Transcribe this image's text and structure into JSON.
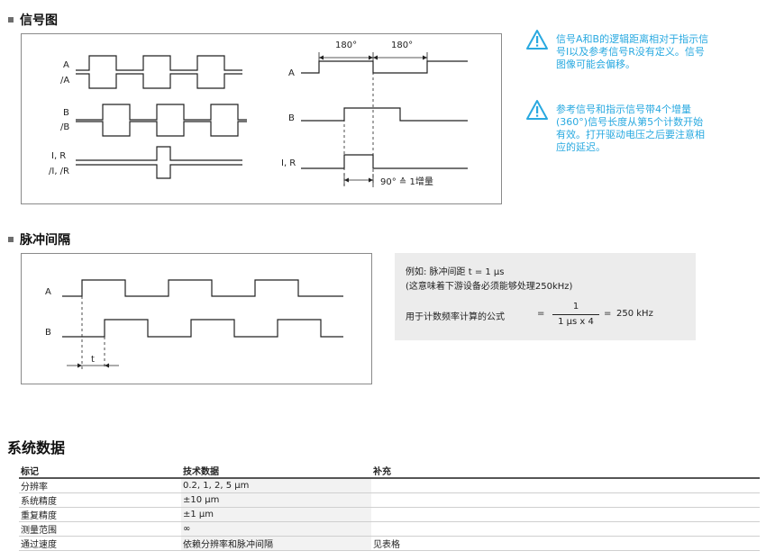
{
  "sections": {
    "signal_diagram_title": "信号图",
    "pulse_interval_title": "脉冲间隔",
    "system_data_title": "系统数据"
  },
  "signal_diagram": {
    "left_labels": [
      "A",
      "/A",
      "B",
      "/B",
      "I, R",
      "/I, /R"
    ],
    "right_labels": [
      "A",
      "B",
      "I, R"
    ],
    "phase_labels": [
      "180°",
      "180°"
    ],
    "increment_label": "90° ≙ 1增量"
  },
  "notes": [
    "信号A和B的逻辑距离相对于指示信号I以及参考信号R没有定义。信号图像可能会偏移。",
    "参考信号和指示信号带4个增量(360°)信号长度从第5个计数开始有效。打开驱动电压之后要注意相应的延迟。"
  ],
  "pulse_diagram": {
    "labels": [
      "A",
      "B"
    ],
    "t_label": "t"
  },
  "example": {
    "line1": "例如: 脉冲间距 t = 1 μs",
    "line2": "(这意味着下游设备必须能够处理250kHz)",
    "formula_label": "用于计数频率计算的公式",
    "eq1": "=",
    "numerator": "1",
    "denominator": "1 μs x 4",
    "eq2": "=",
    "result": "250 kHz"
  },
  "system_table": {
    "headers": [
      "标记",
      "技术数据",
      "补充"
    ],
    "rows": [
      [
        "分辨率",
        "0.2, 1, 2, 5 µm",
        ""
      ],
      [
        "系统精度",
        "±10 µm",
        ""
      ],
      [
        "重复精度",
        "±1 µm",
        ""
      ],
      [
        "测量范围",
        "∞",
        ""
      ],
      [
        "通过速度",
        "依赖分辨率和脉冲间隔",
        "见表格"
      ]
    ]
  },
  "colors": {
    "accent": "#29a9e0",
    "bullet": "#6d6d6d",
    "frame": "#8a8a8a",
    "panel": "#ececec"
  },
  "icons": [
    "warning-icon"
  ]
}
